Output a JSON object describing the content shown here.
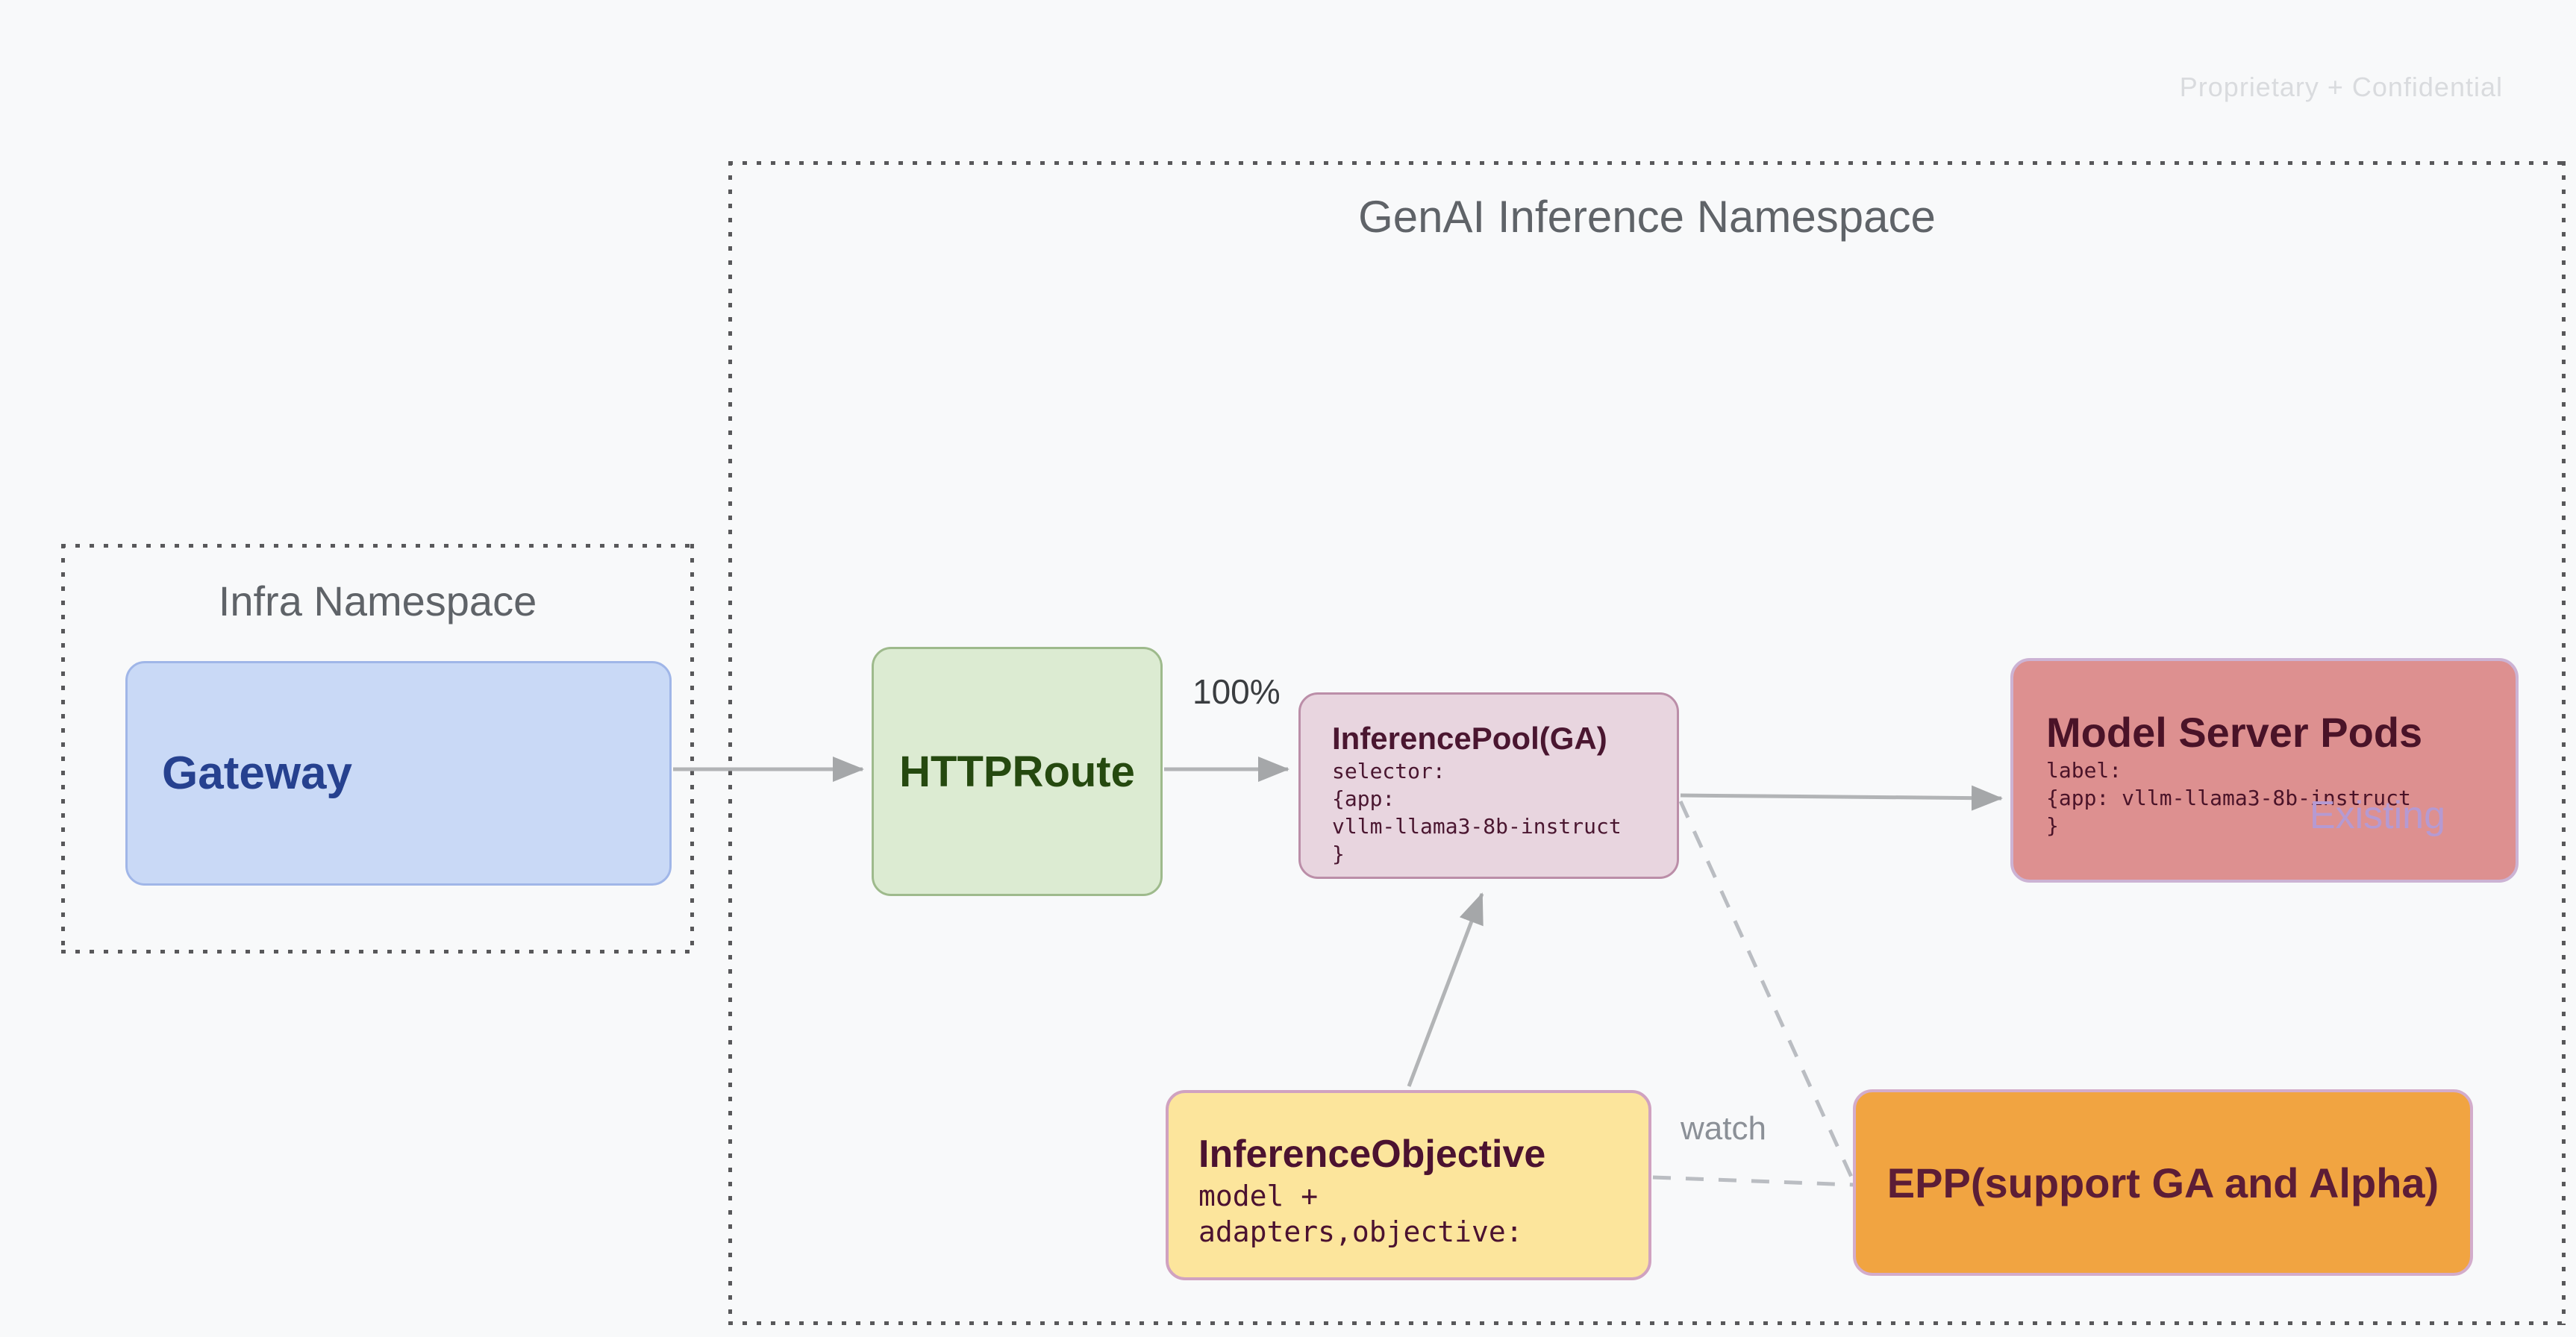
{
  "page": {
    "background": "#f8f9fa",
    "watermark": "Proprietary + Confidential"
  },
  "namespaces": {
    "genai": {
      "title": "GenAI Inference Namespace"
    },
    "infra": {
      "title": "Infra Namespace"
    }
  },
  "nodes": {
    "gateway": {
      "label": "Gateway",
      "fill": "#c9d9f6",
      "border": "#a0b6e8",
      "text_color": "#26418f"
    },
    "httproute": {
      "label": "HTTPRoute",
      "fill": "#dcebd2",
      "border": "#9eba8c",
      "text_color": "#25490f"
    },
    "inference_pool": {
      "title": "InferencePool(GA)",
      "code_lines": [
        "selector:",
        "{app:",
        "vllm-llama3-8b-instruct",
        "}"
      ],
      "fill": "#e8d5df",
      "border": "#bb8ea8",
      "text_color": "#4a1630"
    },
    "model_server_pods": {
      "title": "Model Server Pods",
      "code_lines": [
        "label:",
        "{app: vllm-llama3-8b-instruct",
        "}"
      ],
      "tag": "Existing",
      "fill": "#dd9090",
      "border": "#ccb3d4",
      "text_color": "#4a1328",
      "tag_color": "#b59ad2"
    },
    "inference_objective": {
      "title": "InferenceObjective",
      "code_lines": [
        "model +",
        "adapters,objective:"
      ],
      "fill": "#fce59c",
      "border": "#d0a2c0",
      "text_color": "#4b1230"
    },
    "epp": {
      "label": "EPP(support GA and Alpha)",
      "fill": "#f1a441",
      "border": "#d3accb",
      "text_color": "#5c1d36"
    }
  },
  "edges": {
    "httproute_to_pool": {
      "label": "100%"
    },
    "objective_to_epp": {
      "label": "watch"
    }
  }
}
